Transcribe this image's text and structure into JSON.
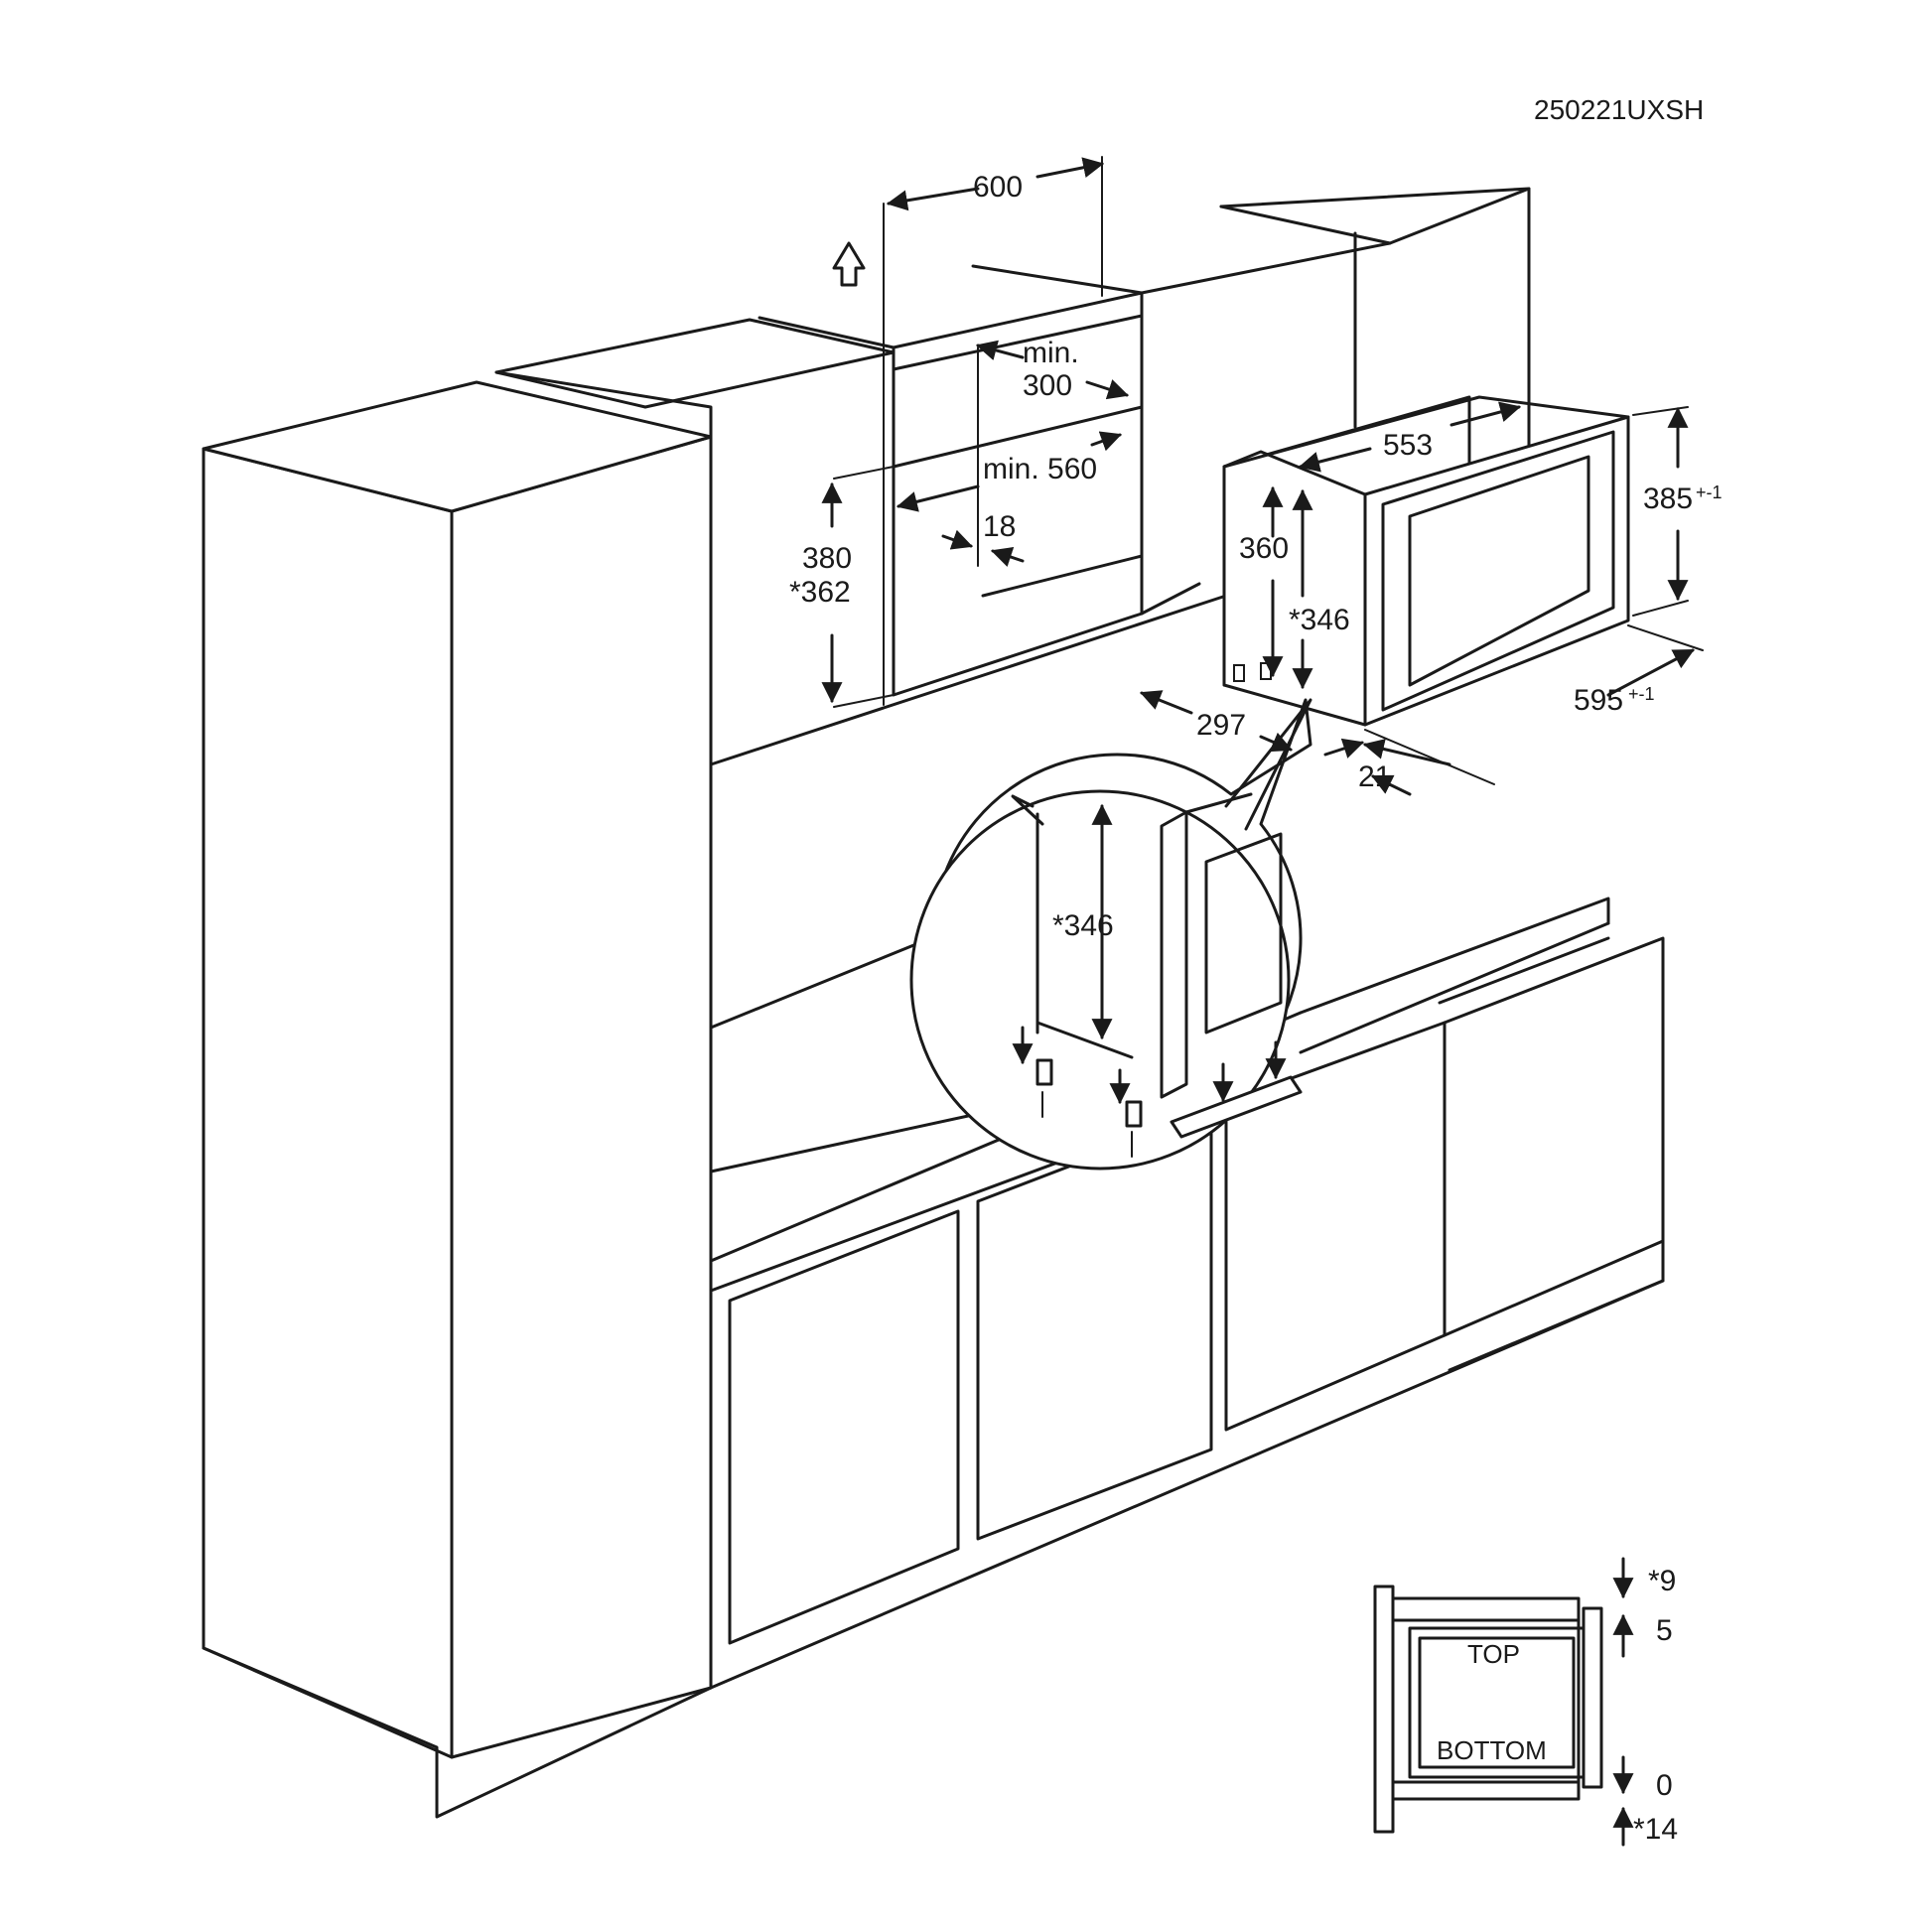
{
  "drawing_code": "250221UXSH",
  "dimensions": {
    "niche_width": "600",
    "ventilation_depth_label1": "min.",
    "ventilation_depth_label2": "300",
    "niche_depth": "min. 560",
    "panel_thickness": "18",
    "niche_height": "380",
    "niche_height_alt": "*362",
    "appliance_depth": "553",
    "front_height": "385",
    "front_height_tol": "+-1",
    "body_height": "360",
    "body_height_alt": "*346",
    "side_depth": "297",
    "front_width": "595",
    "front_width_tol": "+-1",
    "front_offset": "21"
  },
  "detail": {
    "height_label": "*346"
  },
  "side_view": {
    "top_gap": "*9",
    "top_offset": "5",
    "top_label": "TOP",
    "bottom_label": "BOTTOM",
    "bottom_offset": "0",
    "bottom_gap": "*14"
  }
}
